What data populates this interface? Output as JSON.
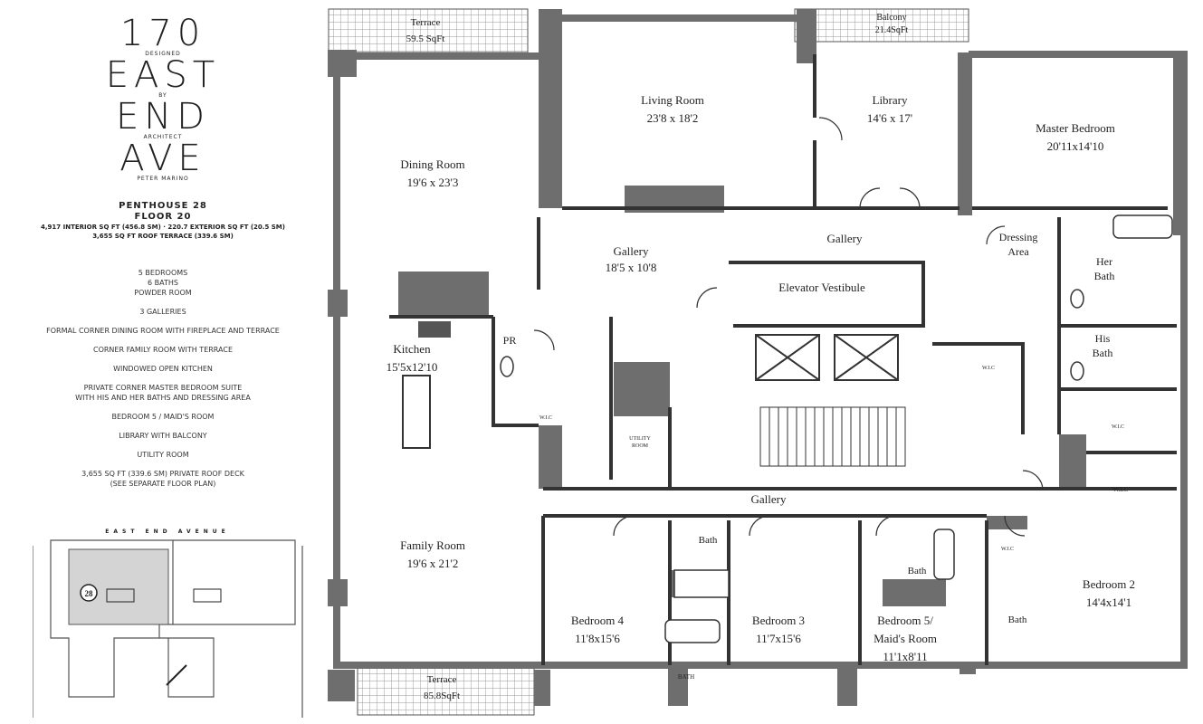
{
  "logo": {
    "line1": "170",
    "line2": "DESIGNED",
    "line3": "EAST",
    "line4": "BY",
    "line5": "END",
    "line6": "ARCHITECT",
    "line7": "AVE",
    "line8": "PETER MARINO"
  },
  "unit": {
    "name": "PENTHOUSE 28",
    "floor": "FLOOR 20",
    "area_line1": "4,917 INTERIOR SQ FT (456.8 SM) · 220.7 EXTERIOR SQ FT (20.5 SM)",
    "area_line2": "3,655 SQ FT ROOF TERRACE (339.6 SM)"
  },
  "features": [
    "5 BEDROOMS",
    "6 BATHS",
    "POWDER ROOM",
    "3 GALLERIES",
    "FORMAL CORNER DINING ROOM WITH FIREPLACE AND TERRACE",
    "CORNER FAMILY ROOM WITH TERRACE",
    "WINDOWED OPEN KITCHEN",
    "PRIVATE CORNER MASTER BEDROOM SUITE",
    "WITH HIS AND HER BATHS AND DRESSING AREA",
    "BEDROOM 5 / MAID'S ROOM",
    "LIBRARY WITH BALCONY",
    "UTILITY ROOM",
    "3,655 SQ FT (339.6 SM) PRIVATE ROOF DECK",
    "(SEE SEPARATE FLOOR PLAN)"
  ],
  "keyplan": {
    "street": "EAST END AVENUE",
    "unit_badge": "28"
  },
  "rooms": {
    "terrace_top": {
      "name": "Terrace",
      "size": "59.5 SqFt"
    },
    "balcony": {
      "name": "Balcony",
      "size": "21.4SqFt"
    },
    "living": {
      "name": "Living Room",
      "size": "23'8 x 18'2"
    },
    "library": {
      "name": "Library",
      "size": "14'6 x 17'"
    },
    "master": {
      "name": "Master Bedroom",
      "size": "20'11x14'10"
    },
    "dining": {
      "name": "Dining Room",
      "size": "19'6 x 23'3"
    },
    "gallery1": {
      "name": "Gallery",
      "size": "18'5 x 10'8"
    },
    "gallery2": {
      "name": "Gallery"
    },
    "gallery3": {
      "name": "Gallery"
    },
    "dressing": {
      "name": "Dressing",
      "name2": "Area"
    },
    "her_bath": {
      "name": "Her",
      "name2": "Bath"
    },
    "his_bath": {
      "name": "His",
      "name2": "Bath"
    },
    "elevator": {
      "name": "Elevator Vestibule"
    },
    "kitchen": {
      "name": "Kitchen",
      "size": "15'5x12'10"
    },
    "pr": {
      "name": "PR"
    },
    "family": {
      "name": "Family Room",
      "size": "19'6 x 21'2"
    },
    "bedroom4": {
      "name": "Bedroom 4",
      "size": "11'8x15'6"
    },
    "bedroom3": {
      "name": "Bedroom 3",
      "size": "11'7x15'6"
    },
    "bedroom5": {
      "name": "Bedroom 5/",
      "name2": "Maid's Room",
      "size": "11'1x8'11"
    },
    "bedroom2": {
      "name": "Bedroom 2",
      "size": "14'4x14'1"
    },
    "terrace_bottom": {
      "name": "Terrace",
      "size": "85.8SqFt"
    },
    "bath_a": {
      "name": "Bath"
    },
    "bath_b": {
      "name": "Bath"
    },
    "bath_c": {
      "name": "Bath"
    },
    "bath_d": {
      "name": "BATH"
    },
    "wic": "W.I.C",
    "utility": {
      "name": "UTILITY",
      "name2": "ROOM"
    }
  },
  "colors": {
    "wall": "#6e6e6e",
    "line": "#333333",
    "keyplan_unit": "#d4d4d4"
  }
}
